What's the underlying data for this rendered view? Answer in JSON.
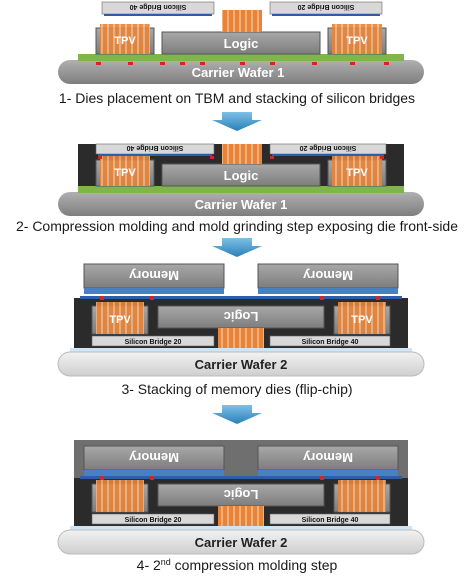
{
  "steps": [
    {
      "caption": "1- Dies placement on TBM and stacking of silicon bridges",
      "wafer": "Carrier Wafer 1",
      "logic": "Logic",
      "tpv": "TPV",
      "bridge_left": "Silicon Bridge 40",
      "bridge_right": "Silicon Bridge 20"
    },
    {
      "caption": "2- Compression molding and mold grinding step exposing die front-side",
      "wafer": "Carrier Wafer 1",
      "logic": "Logic",
      "tpv": "TPV",
      "bridge_left": "Silicon Bridge 40",
      "bridge_right": "Silicon Bridge 20"
    },
    {
      "caption": "3- Stacking of memory dies (flip-chip)",
      "wafer": "Carrier Wafer 2",
      "logic": "Logic",
      "tpv": "TPV",
      "memory": "Memory",
      "bridge_left": "Silicon Bridge 20",
      "bridge_right": "Silicon Bridge 40"
    },
    {
      "caption_prefix": "4- 2",
      "caption_sup": "nd",
      "caption_suffix": " compression molding step",
      "wafer": "Carrier Wafer 2",
      "logic": "Logic",
      "memory": "Memory",
      "bridge_left": "Silicon Bridge 20",
      "bridge_right": "Silicon Bridge 40"
    }
  ],
  "colors": {
    "wafer": "#9a9a9a",
    "die": "#8c8c8c",
    "mold": "#2b2b2b",
    "copper": "#f39a3c",
    "bridge": "#d8d8d8",
    "bump_blue": "#2d5fa8",
    "bump_red": "#d52525",
    "green_tbm": "#7fb64a",
    "arrow": "#2a87bd",
    "carrier2": "#cfe4f4"
  }
}
